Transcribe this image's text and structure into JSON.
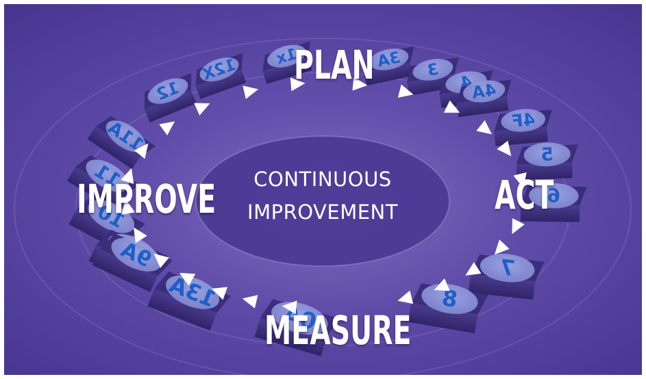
{
  "center": {
    "line1": "CONTINUOUS",
    "line2": "IMPROVEMENT"
  },
  "stages": {
    "plan": "PLAN",
    "act": "ACT",
    "measure": "MEASURE",
    "improve": "IMPROVE"
  },
  "stamp_labels": [
    "1x",
    "12X",
    "12",
    "3A",
    "3",
    "4A",
    "4",
    "4F",
    "5",
    "6",
    "7",
    "8",
    "9A",
    "0A",
    "10",
    "11",
    "11A",
    "12A",
    "13A"
  ],
  "colors": {
    "background": "#5e4ba8",
    "stamp_face": "#8c95dc",
    "stamp_digit": "#1e5fc4",
    "label": "#ffffff",
    "arrow": "#ffffff",
    "center_ellipse": "#4a3994"
  }
}
